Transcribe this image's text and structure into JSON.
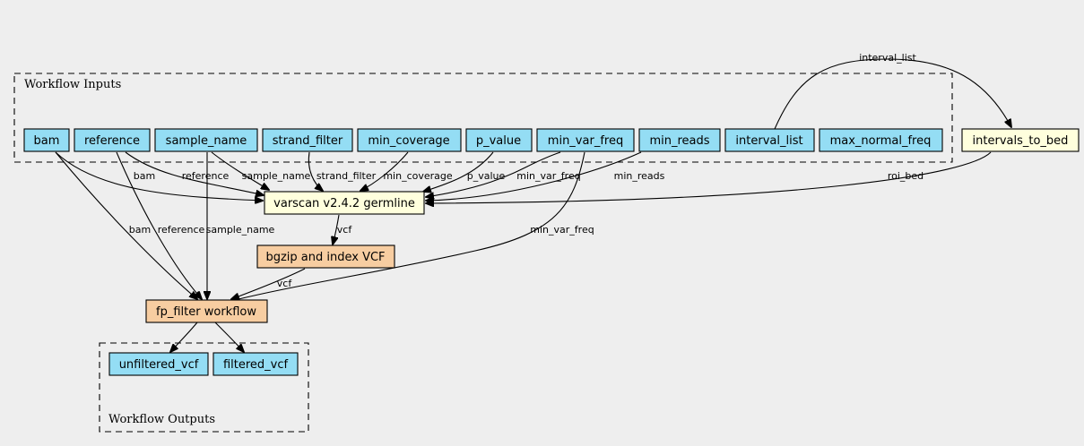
{
  "clusters": {
    "inputs": "Workflow Inputs",
    "outputs": "Workflow Outputs"
  },
  "colors": {
    "input_fill": "#94ddf4",
    "tool_fill": "#ffffdd",
    "subworkflow_fill": "#f7cda1",
    "background": "#eeeeee"
  },
  "nodes": {
    "bam": "bam",
    "reference": "reference",
    "sample_name": "sample_name",
    "strand_filter": "strand_filter",
    "min_coverage": "min_coverage",
    "p_value": "p_value",
    "min_var_freq": "min_var_freq",
    "min_reads": "min_reads",
    "interval_list": "interval_list",
    "max_normal_freq": "max_normal_freq",
    "intervals_to_bed": "intervals_to_bed",
    "varscan": "varscan v2.4.2 germline",
    "bgzip": "bgzip and index VCF",
    "fp_filter": "fp_filter workflow",
    "unfiltered_vcf": "unfiltered_vcf",
    "filtered_vcf": "filtered_vcf"
  },
  "edge_labels": {
    "interval_list": "interval_list",
    "roi_bed": "roi_bed",
    "bam_varscan": "bam",
    "reference_varscan": "reference",
    "sample_name_varscan": "sample_name",
    "strand_filter_varscan": "strand_filter",
    "min_coverage_varscan": "min_coverage",
    "p_value_varscan": "p_value",
    "min_var_freq_varscan": "min_var_freq",
    "min_reads_varscan": "min_reads",
    "vcf_bgzip": "vcf",
    "bam_fp": "bam",
    "reference_fp": "reference",
    "sample_name_fp": "sample_name",
    "min_var_freq_fp": "min_var_freq",
    "vcf_fp": "vcf"
  }
}
